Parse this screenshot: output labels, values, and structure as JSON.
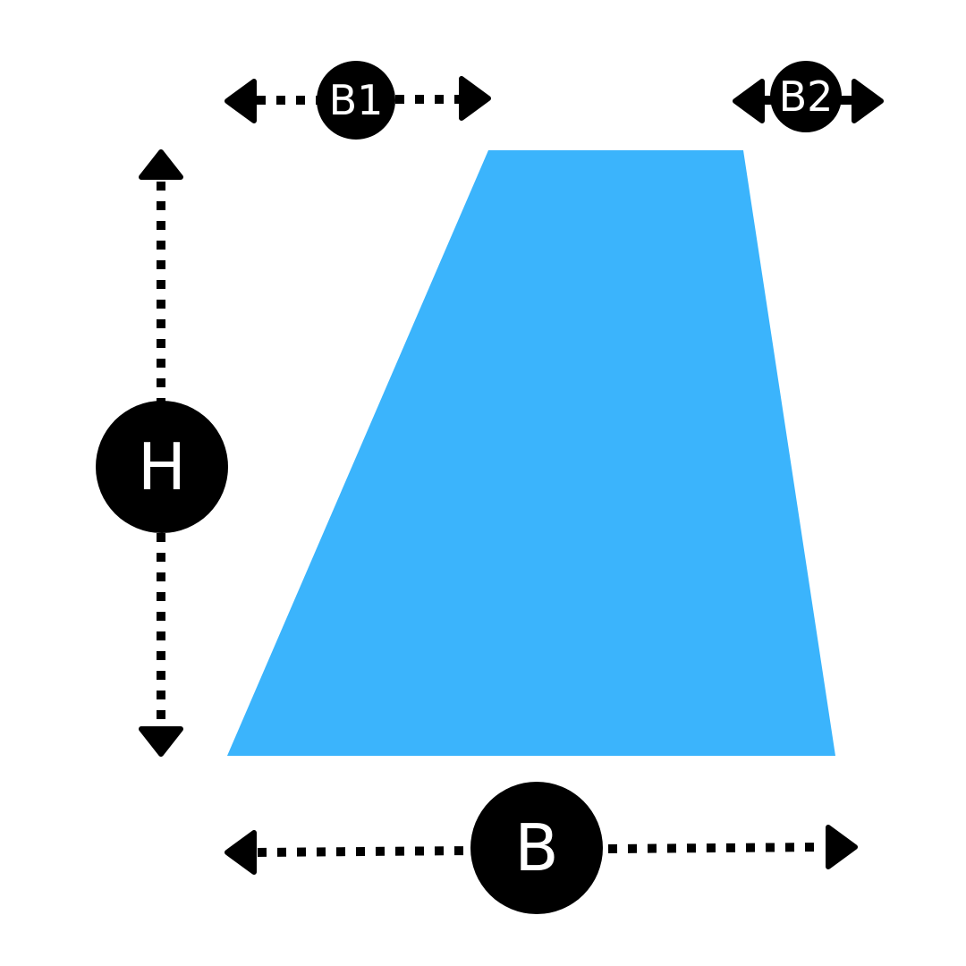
{
  "colors": {
    "shape_fill": "#3bb4fc",
    "dimension_line": "#000000",
    "label_circle": "#000000",
    "label_text": "#ffffff"
  },
  "labels": {
    "b1": "B1",
    "b2": "B2",
    "h": "H",
    "b": "B"
  },
  "icons": {
    "arrowhead": "triangle-arrowhead-icon"
  }
}
